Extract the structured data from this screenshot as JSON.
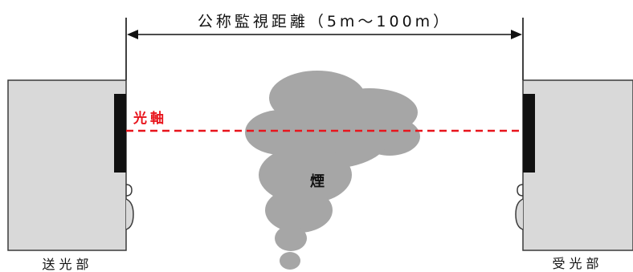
{
  "diagram": {
    "distance_label": "公称監視距離（5m～100m）",
    "optical_axis_label": "光軸",
    "smoke_label": "煙",
    "transmitter_label": "送光部",
    "receiver_label": "受光部"
  },
  "colors": {
    "optical_axis": "#e8141c",
    "box_fill": "#d9d9d9",
    "box_stroke": "#3a3a3a",
    "lens": "#111111",
    "smoke": "#a6a6a6",
    "text": "#111111"
  }
}
